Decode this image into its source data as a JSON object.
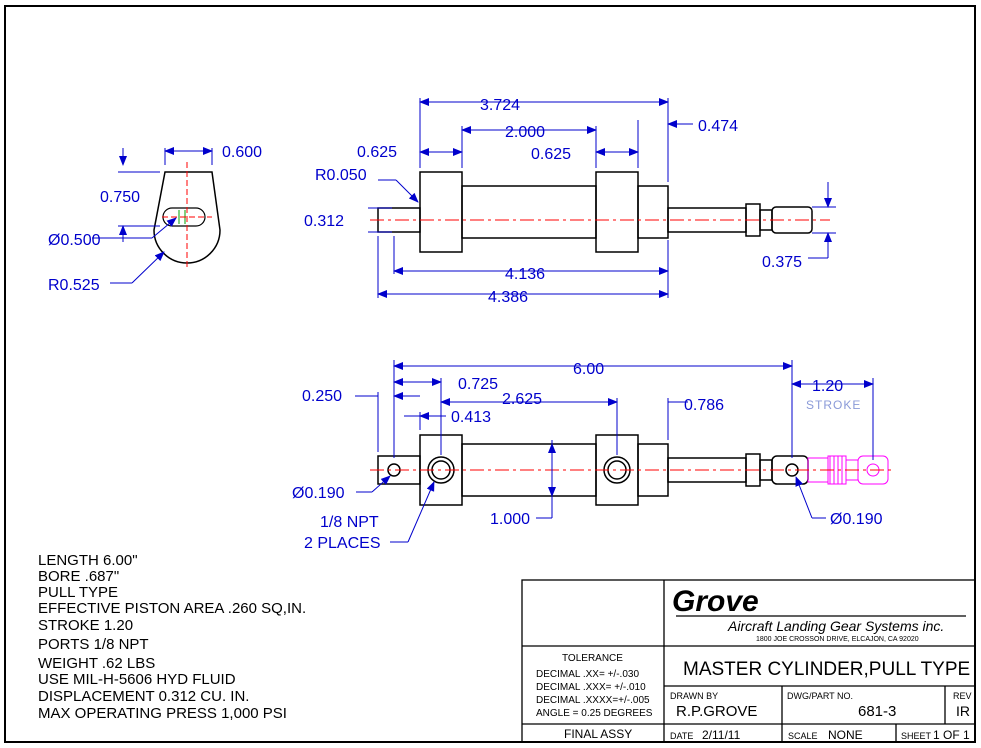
{
  "top_dims": {
    "d_3724": "3.724",
    "d_2000": "2.000",
    "d_0625_left": "0.625",
    "d_0625_right": "0.625",
    "d_0474": "0.474",
    "d_r0050": "R0.050",
    "d_0312": "0.312",
    "d_4136": "4.136",
    "d_4386": "4.386",
    "d_0375": "0.375"
  },
  "end_view_dims": {
    "d_0600": "0.600",
    "d_0750": "0.750",
    "d_dia0500": "Ø0.500",
    "d_r0525": "R0.525"
  },
  "side_dims": {
    "d_600": "6.00",
    "d_0725": "0.725",
    "d_0250": "0.250",
    "d_2625": "2.625",
    "d_0413": "0.413",
    "d_0786": "0.786",
    "d_120": "1.20",
    "stroke_label": "STROKE",
    "d_dia0190_left": "Ø0.190",
    "d_1000": "1.000",
    "d_dia0190_right": "Ø0.190",
    "npt_line1": "1/8 NPT",
    "npt_line2": "2 PLACES"
  },
  "spec_notes": [
    "LENGTH 6.00\"",
    "BORE .687\"",
    "PULL TYPE",
    "EFFECTIVE PISTON AREA .260 SQ,IN.",
    "STROKE 1.20",
    "PORTS 1/8 NPT",
    "WEIGHT .62 LBS",
    "USE MIL-H-5606 HYD FLUID",
    "DISPLACEMENT 0.312 CU. IN.",
    "MAX OPERATING PRESS 1,000 PSI"
  ],
  "title_block": {
    "company": "Grove",
    "company_full": "Aircraft Landing Gear Systems inc.",
    "address": "1800 JOE CROSSON DRIVE, ELCAJON, CA 92020",
    "tolerance_header": "TOLERANCE",
    "tol_xx": "DECIMAL .XX= +/-.030",
    "tol_xxx": "DECIMAL .XXX= +/-.010",
    "tol_xxxx": "DECIMAL .XXXX=+/-.005",
    "tol_angle": "ANGLE = 0.25 DEGREES",
    "title": "MASTER CYLINDER,PULL TYPE",
    "drawn_by_label": "DRAWN BY",
    "drawn_by": "R.P.GROVE",
    "dwg_label": "DWG/PART NO.",
    "dwg_no": "681-3",
    "rev_label": "REV",
    "rev": "IR",
    "final_assy": "FINAL ASSY",
    "date_label": "DATE",
    "date": "2/11/11",
    "scale_label": "SCALE",
    "scale": "NONE",
    "sheet_label": "SHEET",
    "sheet": "1 OF 1"
  },
  "colors": {
    "dimension": "#0000cc",
    "outline": "#000000",
    "centerline": "#ff0000",
    "phantom": "#ff00ff",
    "accent": "#00a000"
  }
}
